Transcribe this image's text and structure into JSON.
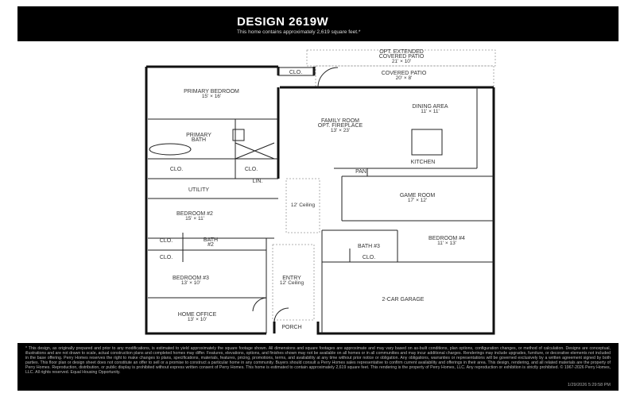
{
  "header": {
    "title": "DESIGN 2619W",
    "subtitle": "This home contains approximately 2,619 square feet.*"
  },
  "rooms": {
    "opt_patio": {
      "name1": "OPT. EXTENDED",
      "name2": "COVERED PATIO",
      "dim": "21' × 10'"
    },
    "covered_patio": {
      "name": "COVERED PATIO",
      "dim": "20' × 8'"
    },
    "primary_bedroom": {
      "name": "PRIMARY BEDROOM",
      "dim": "15' × 16'"
    },
    "clo_top": "CLO.",
    "family_room": {
      "name1": "FAMILY ROOM",
      "name2": "OPT. FIREPLACE",
      "dim": "13' × 23'"
    },
    "dining_area": {
      "name": "DINING AREA",
      "dim": "11' × 11'"
    },
    "primary_bath": {
      "name1": "PRIMARY",
      "name2": "BATH"
    },
    "clo_bath_1": "CLO.",
    "clo_bath_2": "CLO.",
    "kitchen": "KITCHEN",
    "pantry": "PAN.",
    "linen": "LIN.",
    "utility": "UTILITY",
    "hall_ceiling": "12' Ceiling",
    "game_room": {
      "name": "GAME ROOM",
      "dim": "17' × 12'"
    },
    "bedroom2": {
      "name": "BEDROOM #2",
      "dim": "15' × 11'"
    },
    "clo_b2": "CLO.",
    "bath2": {
      "name1": "BATH",
      "name2": "#2"
    },
    "clo_b3": "CLO.",
    "bath3": "BATH #3",
    "clo_bath3": "CLO.",
    "bedroom4": {
      "name": "BEDROOM #4",
      "dim": "11' × 13'"
    },
    "bedroom3": {
      "name": "BEDROOM #3",
      "dim": "13' × 10'"
    },
    "entry": {
      "name": "ENTRY",
      "ceiling": "12' Ceiling"
    },
    "garage": "2-CAR GARAGE",
    "home_office": {
      "name": "HOME OFFICE",
      "dim": "13' × 10'"
    },
    "porch": "PORCH"
  },
  "footer": {
    "disclaimer": "* This design, as originally prepared and prior to any modifications, is estimated to yield approximately the square footage shown. All dimensions and square footages are approximate and may vary based on as-built conditions, plan options, configuration changes, or method of calculation. Designs are conceptual, illustrations and are not drawn to scale, actual construction plans and completed homes may differ. Features, elevations, options, and finishes shown may not be available on all homes or in all communities and may incur additional charges. Renderings may include upgrades, furniture, or decorative elements not included in the base offering. Perry Homes reserves the right to make changes to plans, specifications, materials, features, pricing, promotions, terms, and availability at any time without prior notice or obligation. Any obligations, warranties or representations will be governed exclusively by a written agreement signed by both parties. This floor plan or design sheet does not constitute an offer to sell or a promise to construct a particular home in any community. Buyers should consult a Perry Homes sales representative to confirm current availability and offerings in their area. This design, rendering, and all related materials are the property of Perry Homes. Reproduction, distribution, or public display is prohibited without express written consent of Perry Homes. This home is estimated to contain approximately 2,619 square feet. This rendering is the property of Perry Homes, LLC. Any reproduction or exhibition is strictly prohibited. © 1967-2026 Perry Homes, LLC. All rights reserved. Equal Housing Opportunity.",
    "timestamp": "1/29/2026 5:29:58 PM"
  }
}
